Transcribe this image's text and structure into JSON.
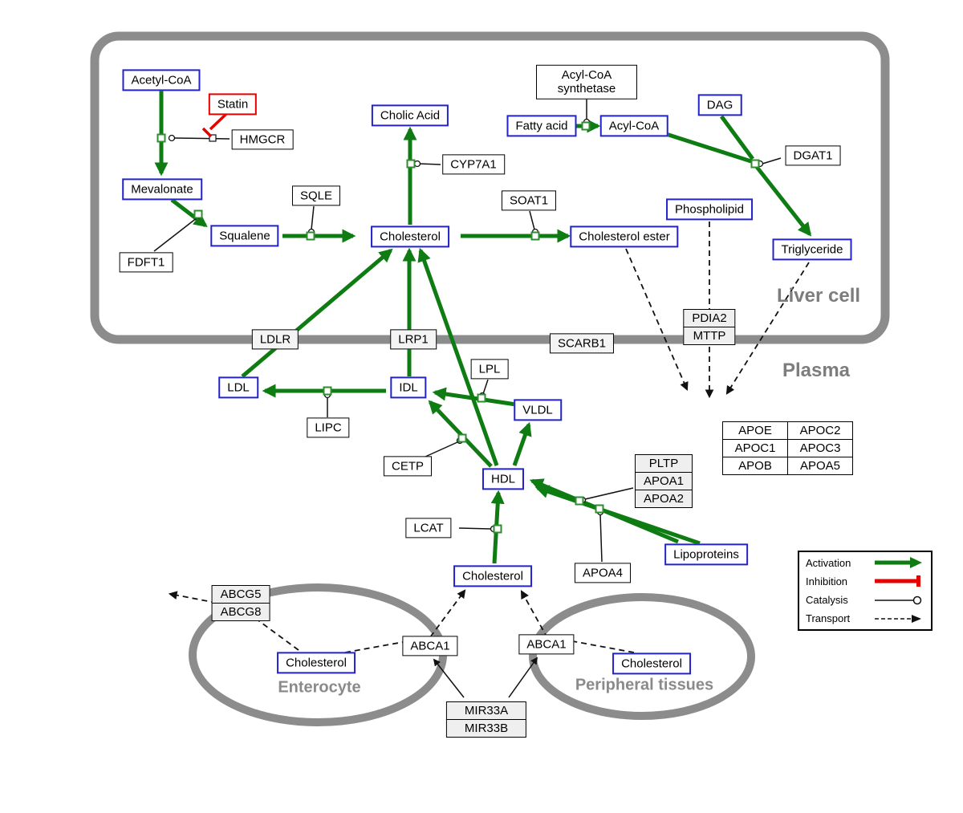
{
  "regions": {
    "liver_cell": "Liver cell",
    "plasma": "Plasma",
    "enterocyte": "Enterocyte",
    "peripheral": "Peripheral tissues"
  },
  "nodes": {
    "acetyl_coa": {
      "label": "Acetyl-CoA"
    },
    "statin": {
      "label": "Statin"
    },
    "hmgcr": {
      "label": "HMGCR"
    },
    "mevalonate": {
      "label": "Mevalonate"
    },
    "cholic_acid": {
      "label": "Cholic Acid"
    },
    "acyl_coa_synthetase": {
      "label": "Acyl-CoA synthetase"
    },
    "fatty_acid": {
      "label": "Fatty acid"
    },
    "acyl_coa": {
      "label": "Acyl-CoA"
    },
    "dag": {
      "label": "DAG"
    },
    "dgat1": {
      "label": "DGAT1"
    },
    "sqle": {
      "label": "SQLE"
    },
    "squalene": {
      "label": "Squalene"
    },
    "fdft1": {
      "label": "FDFT1"
    },
    "cholesterol_liver": {
      "label": "Cholesterol"
    },
    "cyp7a1": {
      "label": "CYP7A1"
    },
    "soat1": {
      "label": "SOAT1"
    },
    "cholesterol_ester": {
      "label": "Cholesterol ester"
    },
    "phospholipid": {
      "label": "Phospholipid"
    },
    "triglyceride": {
      "label": "Triglyceride"
    },
    "ldlr": {
      "label": "LDLR"
    },
    "lrp1": {
      "label": "LRP1"
    },
    "scarb1": {
      "label": "SCARB1"
    },
    "ldl": {
      "label": "LDL"
    },
    "idl": {
      "label": "IDL"
    },
    "lipc": {
      "label": "LIPC"
    },
    "lpl": {
      "label": "LPL"
    },
    "vldl": {
      "label": "VLDL"
    },
    "cetp": {
      "label": "CETP"
    },
    "hdl": {
      "label": "HDL"
    },
    "lcat": {
      "label": "LCAT"
    },
    "apoa4": {
      "label": "APOA4"
    },
    "lipoproteins": {
      "label": "Lipoproteins"
    },
    "cholesterol_plasma": {
      "label": "Cholesterol"
    },
    "cholesterol_enterocyte": {
      "label": "Cholesterol"
    },
    "abca1_enterocyte": {
      "label": "ABCA1"
    },
    "abca1_peripheral": {
      "label": "ABCA1"
    },
    "cholesterol_peripheral": {
      "label": "Cholesterol"
    }
  },
  "stacks": {
    "pdia2_mttp": [
      "PDIA2",
      "MTTP"
    ],
    "abcg": [
      "ABCG5",
      "ABCG8"
    ],
    "pltp_apoa": [
      "PLTP",
      "APOA1",
      "APOA2"
    ],
    "mir33": [
      "MIR33A",
      "MIR33B"
    ]
  },
  "apo_table": [
    [
      "APOE",
      "APOC2"
    ],
    [
      "APOC1",
      "APOC3"
    ],
    [
      "APOB",
      "APOA5"
    ]
  ],
  "legend": {
    "activation": "Activation",
    "inhibition": "Inhibition",
    "catalysis": "Catalysis",
    "transport": "Transport"
  },
  "colors": {
    "activation": "#0e7c12",
    "inhibition": "#e60000",
    "metabolite_border": "#2323cc",
    "membrane": "#8c8c8c"
  }
}
